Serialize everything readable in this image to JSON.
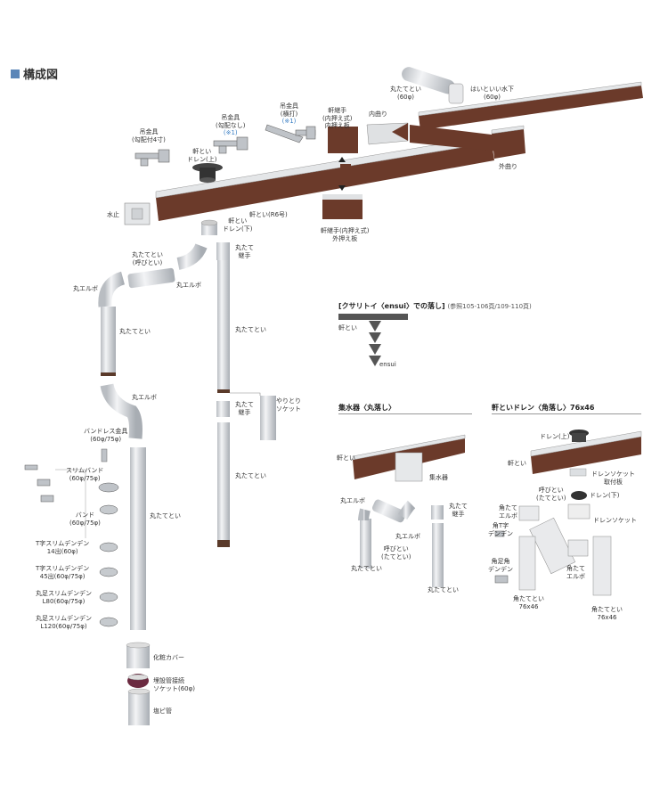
{
  "title": "構成図",
  "colors": {
    "gutter": "#6b3a2a",
    "pipe": "#dcdfe3",
    "accent": "#5b86b8",
    "note": "#3a7fc4"
  },
  "labels": {
    "haitoi_mizushita": "はいといい水下\n(60φ)",
    "marutatetoi_60": "丸たてとい\n(60φ)",
    "uchimagari": "内曲り",
    "sotomagari": "外曲り",
    "tsurikanagu_tate": "吊金具\n(横打)",
    "tsurikanagu_tate_note": "(※1)",
    "nokitsugite_uchi": "軒継手\n(内押え式)\n内押え板",
    "tsurikanagu_kobai": "吊金具\n(勾配なし)",
    "tsurikanagu_kobai_note": "(※1)",
    "tsurikanagu_kobaitsuki": "吊金具\n(勾配付4寸)",
    "nokitoi_drain_up": "軒とい\nドレン(上)",
    "mizudome": "水止",
    "nokitoi_r": "軒とい(R6号)",
    "nokitsugite_soto": "軒継手(内押え式)\n外押え板",
    "nokitoi_drain_down": "軒とい\nドレン(下)",
    "maru_tate_yobitoi": "丸たてとい\n(呼びとい)",
    "maru_tate_tsugite": "丸たて\n継手",
    "maru_elbow": "丸エルボ",
    "marutatetoi": "丸たてとい",
    "yaritori_socket": "やりとり\nソケット",
    "bandless": "バンドレス金具\n(60φ/75φ)",
    "slim_band": "スリムバンド\n(60φ/75φ)",
    "band": "バンド\n(60φ/75φ)",
    "t_slim_14": "T字スリムデンデン\n14出(60φ)",
    "t_slim_45": "T字スリムデンデン\n45出(60φ/75φ)",
    "maru_slim_l80": "丸足スリムデンデン\nL80(60φ/75φ)",
    "maru_slim_l120": "丸足スリムデンデン\nL120(60φ/75φ)",
    "kesho_cover": "化粧カバー",
    "maisetsu_socket": "埋設管接続\nソケット(60φ)",
    "enbi": "塩ビ管",
    "nokitoi": "軒とい",
    "ensui_word": "ensui",
    "shusui_nokitoi": "軒とい",
    "shusuiki": "集水器",
    "maru_tate_tsugite2": "丸たて\n継手",
    "yobitoi": "呼びとい\n(たてとい)",
    "kaku_drain_up": "ドレン(上)",
    "drain_socket_plate": "ドレンソケット\n取付板",
    "kaku_nokitoi": "軒とい",
    "yobitoi2": "呼びとい\n(たてとい)",
    "drain_down": "ドレン(下)",
    "kaku_tate_elbow": "角たて\nエルボ",
    "kaku_t_denden": "角T字\nデンデン",
    "drain_socket": "ドレンソケット",
    "kaku_ashi": "角足角\nデンデン",
    "kaku_tate_elbow2": "角たて\nエルボ",
    "kaku_tate_76": "角たてとい\n76x46",
    "kaku_tate_76b": "角たてとい\n76x46"
  },
  "sections": {
    "kusaritoi_title": "[クサリトイ〈ensui〉での落し]",
    "kusaritoi_ref": "(参照105-106頁/109-110頁)",
    "marutoshi_title": "集水器〈丸落し〉",
    "kakutoshi_title": "軒といドレン〈角落し〉76x46"
  }
}
